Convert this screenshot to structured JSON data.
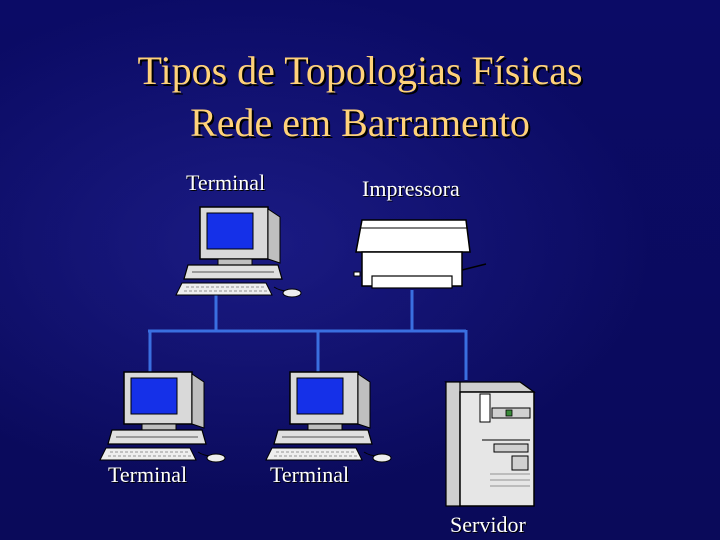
{
  "slide": {
    "title_line1": "Tipos de Topologias Físicas",
    "title_line2": "Rede em Barramento"
  },
  "nodes": {
    "terminal_top": "Terminal",
    "printer": "Impressora",
    "terminal_left": "Terminal",
    "terminal_middle": "Terminal",
    "server": "Servidor"
  },
  "colors": {
    "background": "#0a0a5e",
    "title": "#ffd27a",
    "bus_line": "#3a6fe0",
    "screen": "#1530e8"
  },
  "icons": [
    "computer-terminal-icon",
    "printer-icon",
    "server-tower-icon"
  ]
}
